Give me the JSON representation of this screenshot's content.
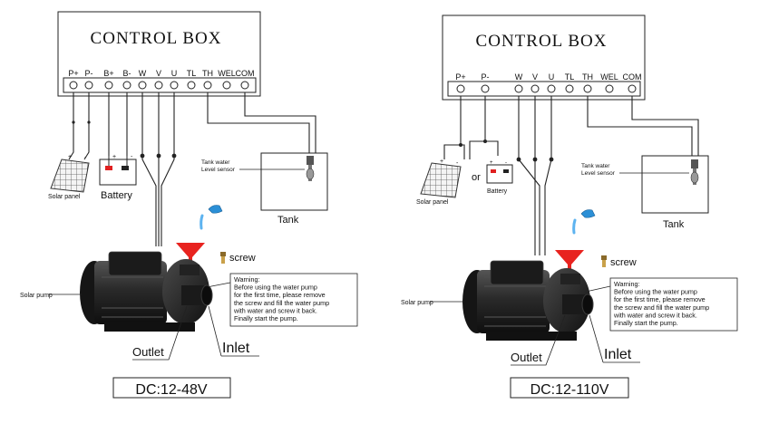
{
  "left": {
    "control_box_title": "CONTROL BOX",
    "terminals": [
      "P+",
      "P-",
      "B+",
      "B-",
      "W",
      "V",
      "U",
      "TL",
      "TH",
      "WEL",
      "COM"
    ],
    "solar_panel_label": "Solar panel",
    "battery_label": "Battery",
    "battery_plus": "+",
    "battery_minus": "-",
    "panel_plus": "+",
    "panel_minus": "-",
    "tank_sensor_line1": "Tank water",
    "tank_sensor_line2": "Level sensor",
    "tank_label": "Tank",
    "screw_label": "screw",
    "warning_lines": [
      "Warning:",
      "Before using the water pump",
      "for the first time, please remove",
      "the screw and fill the water pump",
      "with water and screw it back.",
      "Finally start the pump."
    ],
    "solar_pump_label": "Solar pump",
    "outlet_label": "Outlet",
    "inlet_label": "Inlet",
    "voltage_label": "DC:12-48V"
  },
  "right": {
    "control_box_title": "CONTROL BOX",
    "terminals": [
      "P+",
      "P-",
      "W",
      "V",
      "U",
      "TL",
      "TH",
      "WEL",
      "COM"
    ],
    "solar_panel_label": "Solar panel",
    "battery_label": "Battery",
    "or_label": "or",
    "battery_plus": "+",
    "battery_minus": "-",
    "panel_plus": "+",
    "panel_minus": "-",
    "tank_sensor_line1": "Tank water",
    "tank_sensor_line2": "Level sensor",
    "tank_label": "Tank",
    "screw_label": "screw",
    "warning_lines": [
      "Warning:",
      "Before using the water pump",
      "for the first time, please remove",
      "the screw and fill the water pump",
      "with water and screw it back.",
      "Finally start the pump."
    ],
    "solar_pump_label": "Solar pump",
    "outlet_label": "Outlet",
    "inlet_label": "Inlet",
    "voltage_label": "DC:12-110V"
  },
  "colors": {
    "line": "#222222",
    "funnel": "#e8231f",
    "water": "#2b8fd6",
    "pump_body": "#262626",
    "battery_red": "#e02020"
  }
}
